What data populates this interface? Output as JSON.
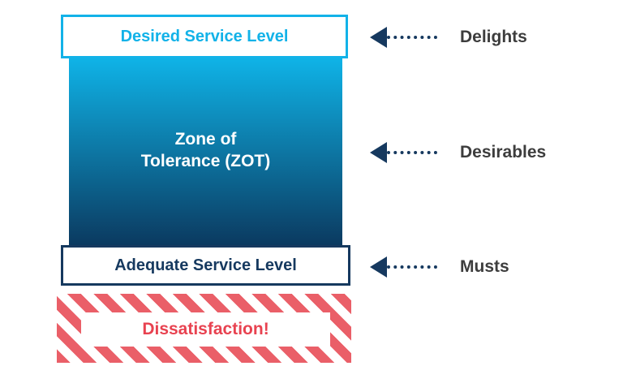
{
  "diagram": {
    "desired_box": {
      "label": "Desired Service Level"
    },
    "zot_box": {
      "label": "Zone of\nTolerance (ZOT)"
    },
    "adequate_box": {
      "label": "Adequate Service Level"
    },
    "dissatisfaction_box": {
      "label": "Dissatisfaction!"
    },
    "annotations": [
      {
        "label": "Delights",
        "points_to": "Desired Service Level"
      },
      {
        "label": "Desirables",
        "points_to": "Zone of Tolerance (ZOT)"
      },
      {
        "label": "Musts",
        "points_to": "Adequate Service Level"
      }
    ],
    "colors": {
      "cyan": "#12b2e8",
      "navy": "#16395f",
      "gradient_top": "#0fb4e8",
      "gradient_bottom": "#0b3a60",
      "stripe_red": "#ea5f68",
      "text_red": "#e84250",
      "label_gray": "#3d3d3d",
      "background": "#ffffff"
    }
  }
}
